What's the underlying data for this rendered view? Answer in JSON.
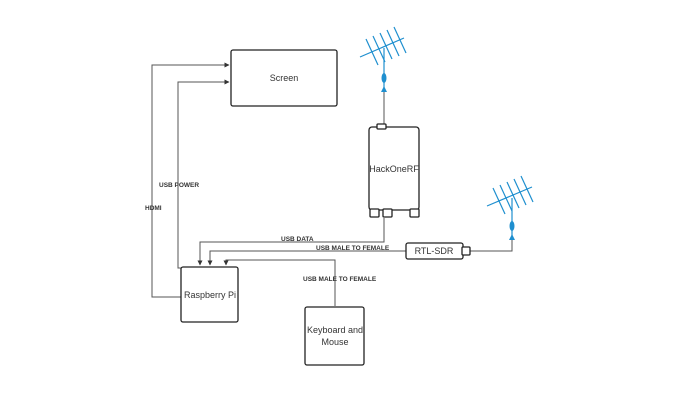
{
  "nodes": {
    "screen": "Screen",
    "hackrf": "HackOneRF",
    "rtlsdr": "RTL-SDR",
    "raspberry": "Raspberry Pi",
    "keyboard_line1": "Keyboard and",
    "keyboard_line2": "Mouse"
  },
  "edges": {
    "usb_power": "USB POWER",
    "hdmi": "HDMI",
    "usb_data": "USB DATA",
    "usb_m2f_rtl": "USB MALE TO FEMALE",
    "usb_m2f_kbd": "USB MALE TO FEMALE"
  },
  "icons": [
    "yagi-antenna-icon",
    "yagi-antenna-icon"
  ],
  "colors": {
    "antenna": "#1f8fcf",
    "box_stroke": "#222222",
    "wire": "#555555"
  }
}
